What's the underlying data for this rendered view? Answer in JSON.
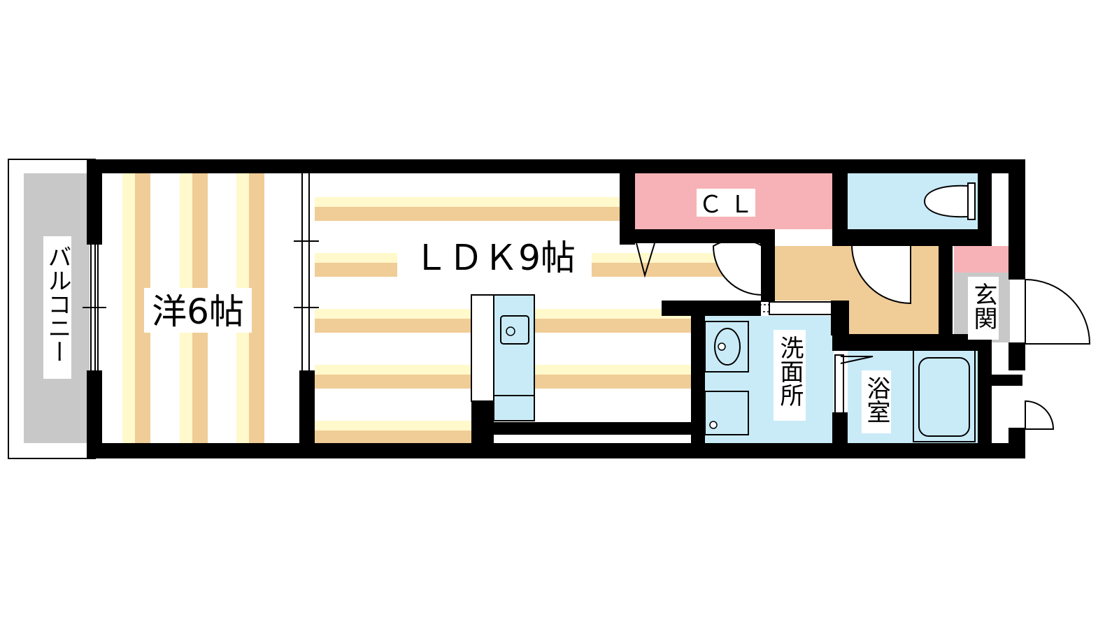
{
  "floorplan": {
    "rooms": {
      "balcony": "バルコニー",
      "western_room": "洋6帖",
      "ldk": "ＬＤＫ9帖",
      "closet": "ＣＬ",
      "washroom": "洗面所",
      "bathroom": "浴室",
      "entrance": "玄関"
    },
    "colors": {
      "wall": "#000000",
      "balcony_floor": "#c8c8c8",
      "wood_light": "#fff9cc",
      "wood_dark": "#f0cc96",
      "closet": "#f7b2b7",
      "wet_area": "#c9ebf8",
      "hall_floor": "#f0cc96",
      "entrance_floor": "#c8c8c8"
    }
  }
}
